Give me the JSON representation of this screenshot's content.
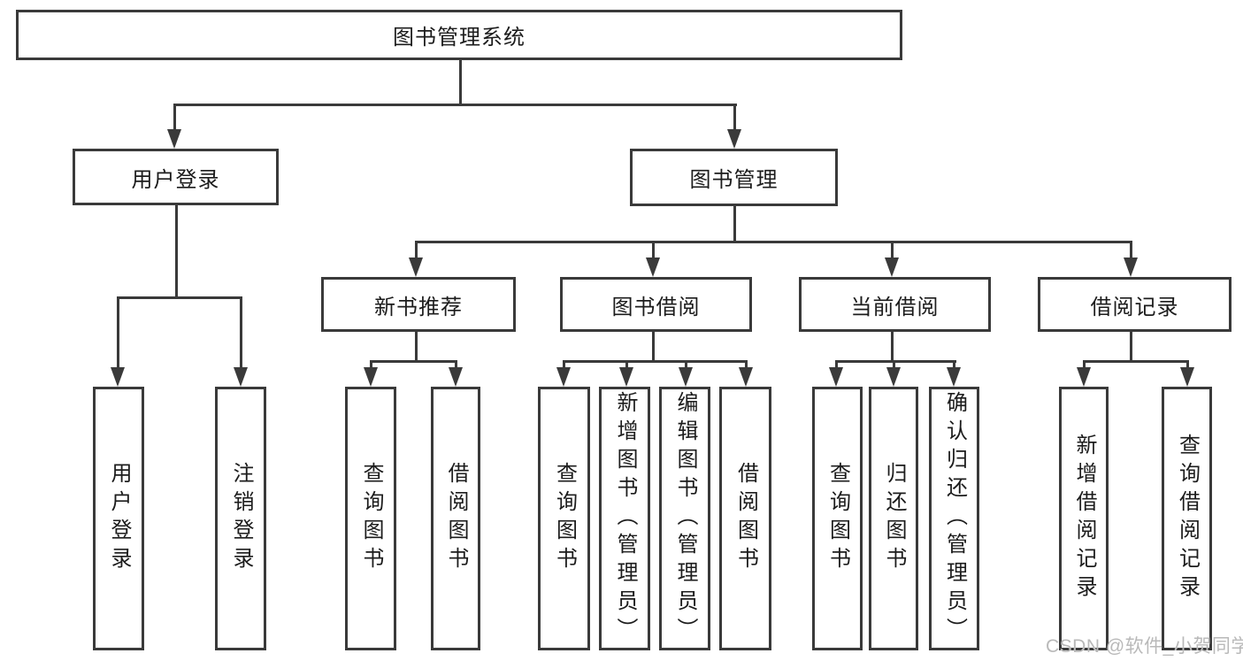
{
  "tree": {
    "label": "图书管理系统",
    "children": [
      {
        "label": "用户登录",
        "children": [
          {
            "label": "用户登录"
          },
          {
            "label": "注销登录"
          }
        ]
      },
      {
        "label": "图书管理",
        "children": [
          {
            "label": "新书推荐",
            "children": [
              {
                "label": "查询图书"
              },
              {
                "label": "借阅图书"
              }
            ]
          },
          {
            "label": "图书借阅",
            "children": [
              {
                "label": "查询图书"
              },
              {
                "label": "新增图书（管理员）"
              },
              {
                "label": "编辑图书（管理员）"
              },
              {
                "label": "借阅图书"
              }
            ]
          },
          {
            "label": "当前借阅",
            "children": [
              {
                "label": "查询图书"
              },
              {
                "label": "归还图书"
              },
              {
                "label": "确认归还（管理员）"
              }
            ]
          },
          {
            "label": "借阅记录",
            "children": [
              {
                "label": "新增借阅记录"
              },
              {
                "label": "查询借阅记录"
              }
            ]
          }
        ]
      }
    ]
  },
  "watermark": "CSDN @软件_小贺同学",
  "colors": {
    "line": "#3a3a3a",
    "text": "#1c1c1c",
    "background": "#ffffff",
    "watermark": "#b9b9b9"
  }
}
